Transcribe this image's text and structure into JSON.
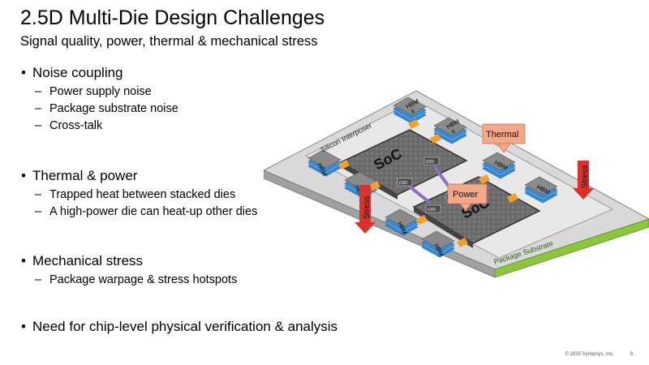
{
  "slide": {
    "title": "2.5D Multi-Die Design Challenges",
    "subtitle": "Signal quality, power, thermal & mechanical stress"
  },
  "bullets": [
    {
      "text": "Noise coupling",
      "sub": [
        "Power supply noise",
        "Package substrate noise",
        "Cross-talk"
      ]
    },
    {
      "text": "Thermal & power",
      "sub": [
        "Trapped heat between stacked dies",
        "A high-power die can heat-up other dies"
      ]
    },
    {
      "text": "Mechanical stress",
      "sub": [
        "Package warpage & stress hotspots"
      ]
    },
    {
      "text": "Need for chip-level physical verification & analysis",
      "sub": []
    }
  ],
  "figure": {
    "interposer_label": "Silicon Interposer",
    "substrate_label": "Package Substrate",
    "soc_label": "SoC",
    "hbm_label": "HBM",
    "hbm_number": "4",
    "d2d_label": "D2D",
    "thermal_label": "Thermal",
    "power_label": "Power",
    "stress_label": "Stress"
  },
  "colors": {
    "substrate_green": "#8cc63f",
    "interposer_gray": "#c8c8c8",
    "soc_gray": "#6e6e6e",
    "hbm_blue": "#3a8fd6",
    "callout_salmon": "#f4a88a",
    "stress_red": "#d9342b",
    "d2d_purple": "#8e6cc4",
    "connector_orange": "#f0a030"
  },
  "footer": {
    "copyright": "© 2025 Synopsys, Inc.",
    "page": "9"
  }
}
